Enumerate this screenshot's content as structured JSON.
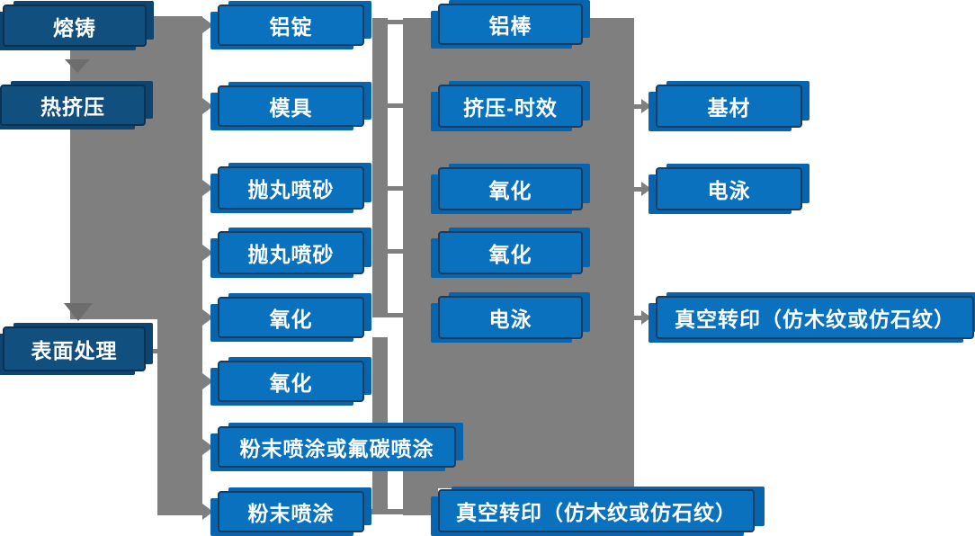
{
  "diagram_title": "",
  "flow": {
    "stages": [
      "熔铸",
      "热挤压",
      "表面处理"
    ],
    "col2": [
      "铝锭",
      "模具",
      "抛丸喷砂",
      "抛丸喷砂",
      "氧化",
      "氧化",
      "粉末喷涂或氟碳喷涂",
      "粉末喷涂"
    ],
    "col3": [
      "铝棒",
      "挤压-时效",
      "氧化",
      "氧化",
      "电泳"
    ],
    "col4": [
      "基材",
      "电泳",
      "真空转印（仿木纹或仿石纹）"
    ],
    "bottom": [
      "真空转印（仿木纹或仿石纹）"
    ]
  },
  "colors": {
    "node_fill": "#0971bd",
    "node_border": "#1b3c5c",
    "stage_node_fill": "#11507e",
    "stage_node_border": "#0a3254",
    "connector_gray": "#7f7f7f",
    "down_arrow_gray": "#6d6d6d",
    "text": "#ffffff",
    "background": "#ffffff"
  }
}
